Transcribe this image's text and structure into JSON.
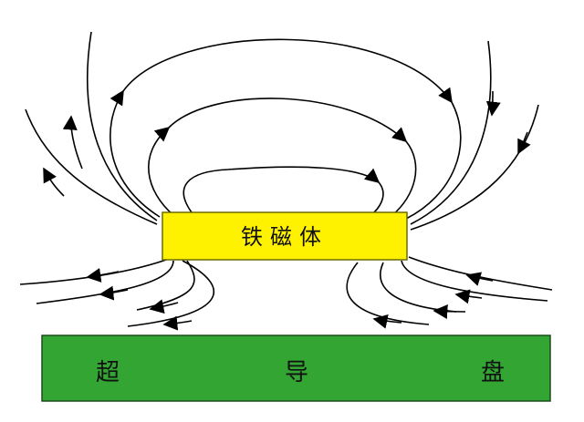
{
  "magnet": {
    "label": "铁磁体",
    "color": "#FFF200",
    "stroke": "#6b6b00"
  },
  "disk": {
    "label_left": "超",
    "label_mid": "导",
    "label_right": "盘",
    "color": "#33A532",
    "stroke": "#1a4d1a"
  },
  "field_line_color": "#000000"
}
